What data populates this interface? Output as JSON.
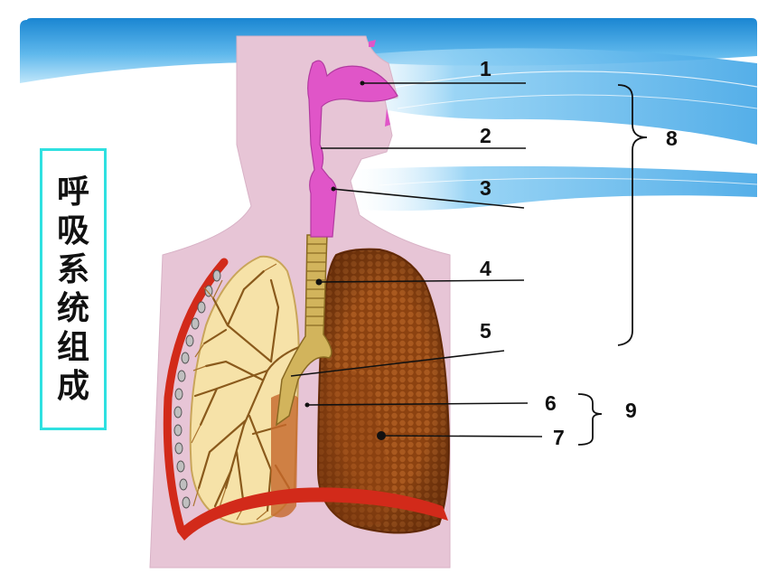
{
  "title_chars": [
    "呼",
    "吸",
    "系",
    "统",
    "组",
    "成"
  ],
  "labels": [
    "1",
    "2",
    "3",
    "4",
    "5",
    "6",
    "7",
    "8",
    "9"
  ],
  "colors": {
    "banner_top": "#1e8fd6",
    "banner_light": "#bfe6fa",
    "body": "#e7c5d6",
    "airway": "#e055c8",
    "trachea": "#d2b45c",
    "lung_left": "#f6e2a8",
    "lung_right": "#8a3e10",
    "diaphragm": "#d22a1a",
    "title_border": "#2fe0e0"
  }
}
